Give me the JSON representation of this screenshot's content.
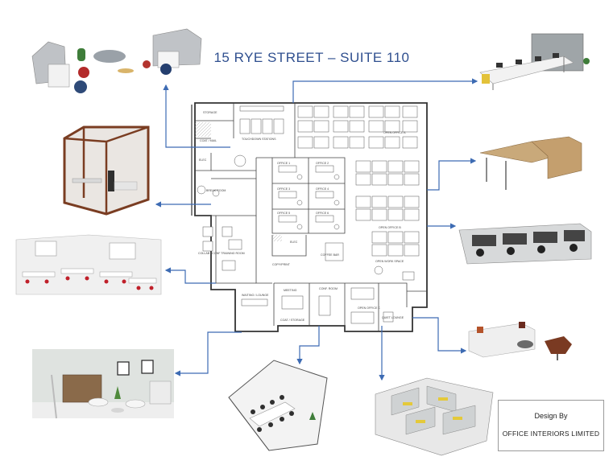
{
  "title": "15 RYE STREET – SUITE 110",
  "credit": {
    "line1": "Design By",
    "line2": "OFFICE INTERIORS LIMITED"
  },
  "plan_labels": {
    "storage": "STORAGE",
    "coats": "COAT / MAIL",
    "touchdown": "TOUCHDOWN STATIONS",
    "elec": "ELEC",
    "break_room": "BREAK ROOM",
    "training": "COLLAB / CONF TRAINING ROOM",
    "office1": "OFFICE 1",
    "office2": "OFFICE 2",
    "office3": "OFFICE 3",
    "office4": "OFFICE 4",
    "office5": "OFFICE 5",
    "office6": "OFFICE 6",
    "open_office_a": "OPEN OFFICE A",
    "open_office_b": "OPEN OFFICE B",
    "open_office_c": "OPEN OFFICE C",
    "elec2": "ELEC",
    "copy_center": "COPY/PRINT",
    "coffee": "COFFEE BAR",
    "open_work": "OPEN WORK SPACE",
    "meeting": "MEETING",
    "conf": "CONF. ROOM",
    "waiting": "WAITING / LOUNGE",
    "coat_storage": "COAT / STORAGE",
    "quiet": "QUIET LOUNGE"
  },
  "colors": {
    "title": "#2f4f8f",
    "arrow": "#3d6bb3",
    "wall": "#333333"
  }
}
